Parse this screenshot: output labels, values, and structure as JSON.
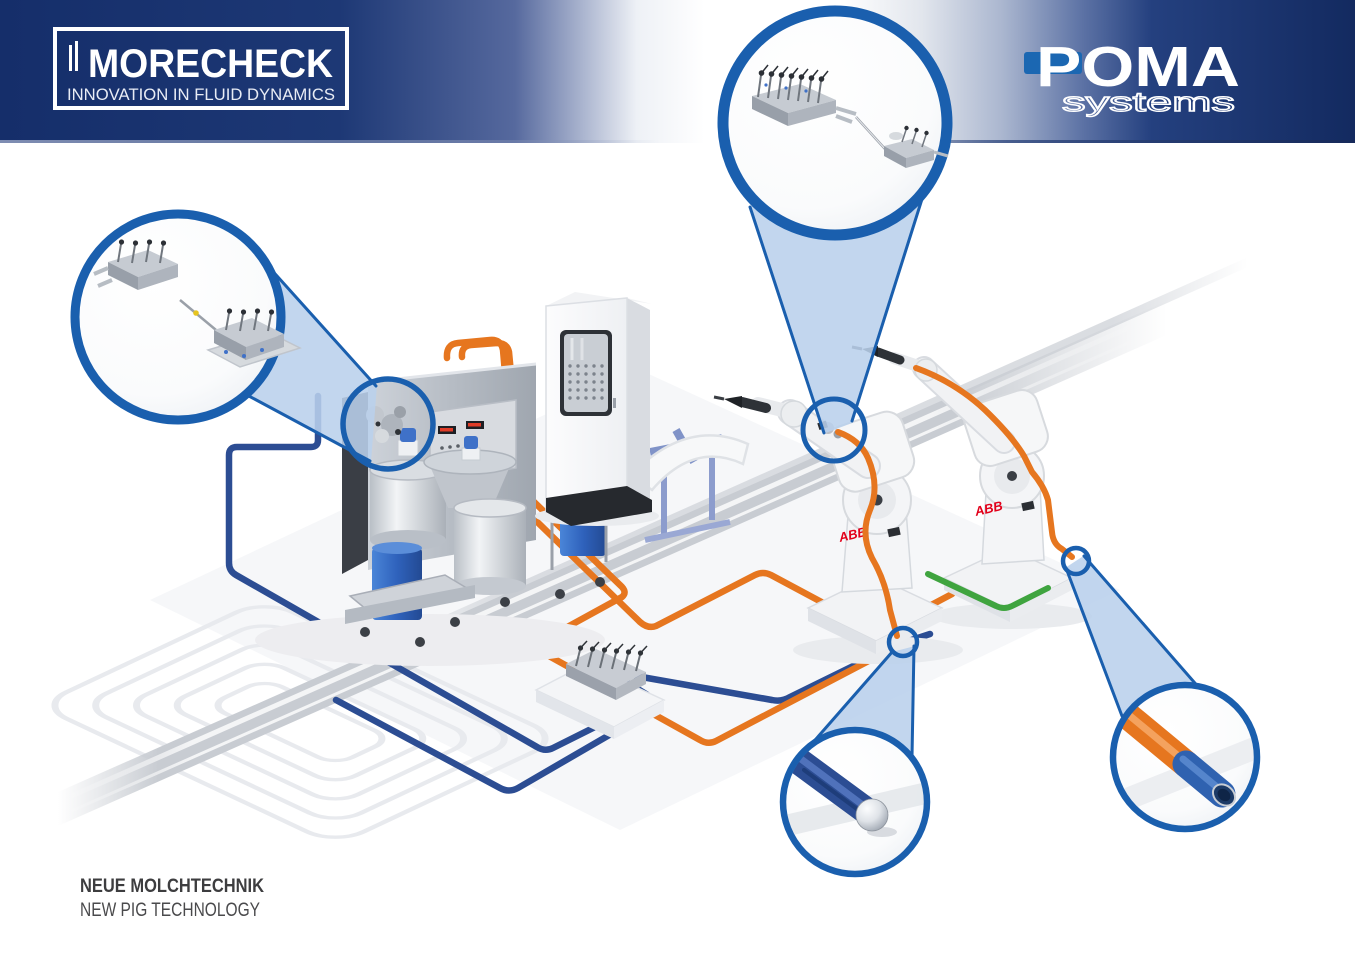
{
  "header": {
    "morecheck": {
      "title": "MORECHECK",
      "tagline": "INNOVATION IN FLUID DYNAMICS"
    },
    "poma": {
      "brand": "POMA",
      "sub": "systems"
    }
  },
  "scene": {
    "robot_brand": "ABB",
    "callouts": [
      {
        "id": "pig-stations-detail-left"
      },
      {
        "id": "pig-valve-manifold-detail-top"
      },
      {
        "id": "pig-ball-in-blue-pipe-detail-bottom"
      },
      {
        "id": "orange-pipe-blue-coupling-detail-right"
      }
    ]
  },
  "caption": {
    "title_de": "NEUE MOLCHTECHNIK",
    "title_en": "NEW PIG TECHNOLOGY"
  },
  "colors": {
    "banner_navy": "#16316e",
    "poma_blue": "#1b67b2",
    "ring_blue": "#1a5fae",
    "funnel_blue": "#b9d0ec",
    "pipe_orange": "#e6761f",
    "pipe_blue": "#2c4d93",
    "pipe_green": "#3fa43f",
    "abb_red": "#e2001a",
    "caption_gray": "#3d3d3f"
  }
}
